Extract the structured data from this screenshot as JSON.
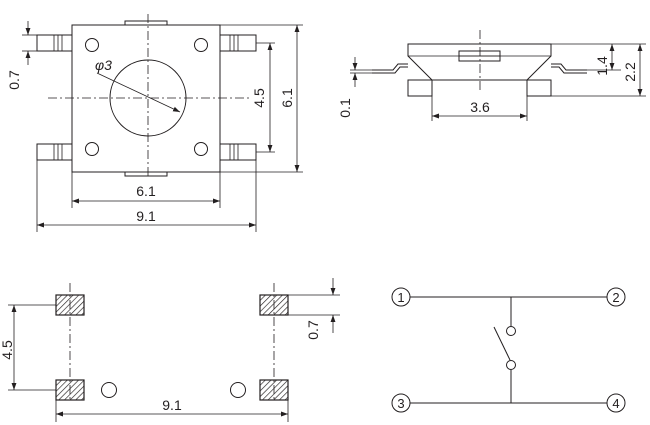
{
  "top_view": {
    "dim_lead_width": "0.7",
    "dim_button_dia": "φ3",
    "dim_lead_pitch": "4.5",
    "dim_body_height": "6.1",
    "dim_body_width": "6.1",
    "dim_total_width": "9.1"
  },
  "side_view": {
    "dim_lead_thickness": "0.1",
    "dim_body_height": "1.4",
    "dim_total_height": "2.2",
    "dim_foot_gap": "3.6"
  },
  "pcb_layout": {
    "dim_pad_pitch": "4.5",
    "dim_pad_size": "0.7",
    "dim_total_width": "9.1"
  },
  "schematic": {
    "pins": [
      "1",
      "2",
      "3",
      "4"
    ]
  }
}
